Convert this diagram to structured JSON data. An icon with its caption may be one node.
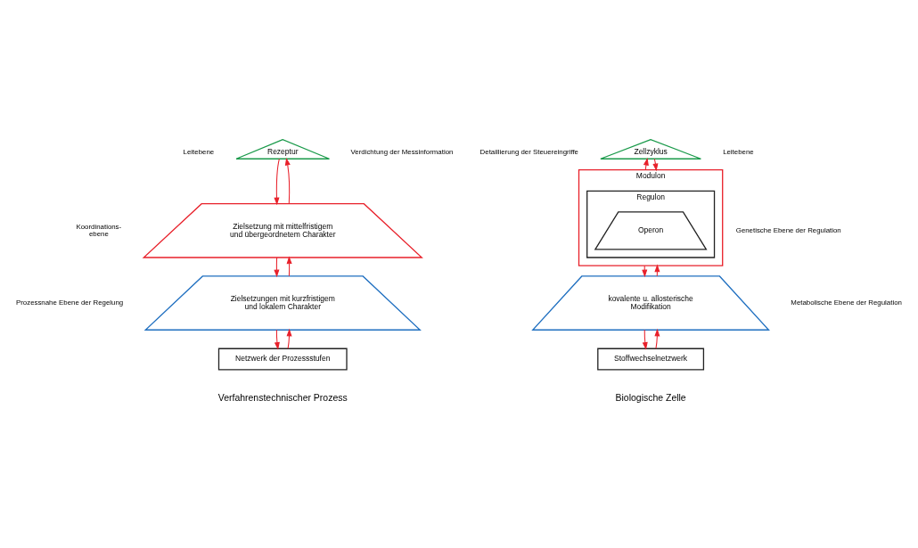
{
  "diagram": {
    "nodes": [
      {
        "text": [
          "Rezeptur"
        ],
        "beside": [
          "Leitebene"
        ]
      },
      {
        "text": [
          "Zielsetzung mit mittelfristigem und übergeordnetem Charakter"
        ],
        "beside": [
          "Koordinations-ebene"
        ]
      },
      {
        "text": [
          "Zielsetzungen mit kurzfristigem und lokalem Charakter"
        ],
        "beside": [
          "Prozessnahe Ebene der Regelung"
        ]
      },
      {
        "text": [
          "Netzwerk der Prozessstufen"
        ]
      },
      {
        "text": [
          "Zellzyklus"
        ],
        "beside": [
          "Leitebene"
        ]
      },
      {
        "text": [
          "Modulon"
        ],
        "beside": [
          "Genetische Ebene der Regulation"
        ]
      },
      {
        "text": [
          "Regulon"
        ],
        "in": 5
      },
      {
        "text": [
          "Operon"
        ],
        "in": 6
      },
      {
        "text": [
          "kovalente u. allosterische Modifikation"
        ],
        "beside": [
          "Metabolische Ebene der Regulation"
        ]
      },
      {
        "text": [
          "Stoffwechselnetzwerk"
        ]
      }
    ],
    "edges": [
      {
        "from": 0,
        "to": 1,
        "arrow": "to"
      },
      {
        "from": 1,
        "to": 0,
        "arrow": "to"
      },
      {
        "from": 1,
        "to": 2,
        "arrow": "to"
      },
      {
        "from": 2,
        "to": 1,
        "arrow": "to"
      },
      {
        "from": 2,
        "to": 3,
        "arrow": "to"
      },
      {
        "from": 3,
        "to": 2,
        "arrow": "to"
      },
      {
        "from": 4,
        "to": 5,
        "arrow": "to"
      },
      {
        "from": 5,
        "to": 4,
        "arrow": "to"
      },
      {
        "from": 5,
        "to": 8,
        "arrow": "to"
      },
      {
        "from": 8,
        "to": 5,
        "arrow": "to"
      },
      {
        "from": 8,
        "to": 9,
        "arrow": "to"
      },
      {
        "from": 9,
        "to": 8,
        "arrow": "to"
      }
    ],
    "labels": [
      "Verdichtung der Messinformation",
      "Detaillierung der Steuereingriffe",
      "Verfahrenstechnischer Prozess",
      "Biologische Zelle"
    ]
  }
}
